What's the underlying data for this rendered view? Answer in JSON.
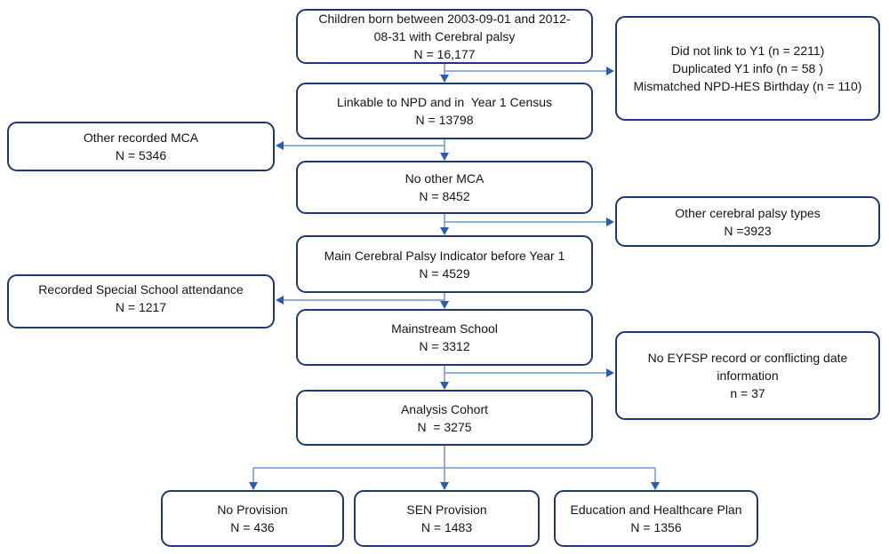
{
  "figure": {
    "type": "cohort-selection-flow-diagram",
    "background": "#ffffff"
  },
  "colors": {
    "box_border": "#1f3873",
    "connector_line": "#7094d4",
    "arrowhead": "#2b5cae",
    "text": "#141414"
  },
  "nodes": {
    "children_born": {
      "lines": [
        "Children born between 2003-09-01 and 2012-",
        "08-31 with Cerebral palsy",
        "N = 16,177"
      ]
    },
    "did_not_link": {
      "lines": [
        "Did not link to Y1 (n = 2211)",
        "Duplicated Y1 info (n = 58 )",
        "Mismatched NPD-HES Birthday (n = 110)"
      ]
    },
    "linkable_npd": {
      "lines": [
        "Linkable to NPD and in  Year 1 Census",
        "N = 13798"
      ]
    },
    "other_recorded_mca": {
      "lines": [
        "Other recorded MCA",
        "N = 5346"
      ]
    },
    "no_other_mca": {
      "lines": [
        "No other MCA",
        "N = 8452"
      ]
    },
    "other_cp_types": {
      "lines": [
        "Other cerebral palsy types",
        "N =3923"
      ]
    },
    "main_cp_indicator": {
      "lines": [
        "Main Cerebral Palsy Indicator before Year 1",
        "N = 4529"
      ]
    },
    "special_school": {
      "lines": [
        "Recorded Special School attendance",
        "N = 1217"
      ]
    },
    "mainstream_school": {
      "lines": [
        "Mainstream School",
        "N = 3312"
      ]
    },
    "no_eyfsp": {
      "lines": [
        "No EYFSP record or conflicting date",
        "information",
        "n = 37"
      ]
    },
    "analysis_cohort": {
      "lines": [
        "Analysis Cohort",
        "N  = 3275"
      ]
    },
    "no_provision": {
      "lines": [
        "No Provision",
        "N = 436"
      ]
    },
    "sen_provision": {
      "lines": [
        "SEN Provision",
        "N = 1483"
      ]
    },
    "ehc_plan": {
      "lines": [
        "Education and Healthcare Plan",
        "N = 1356"
      ]
    }
  }
}
